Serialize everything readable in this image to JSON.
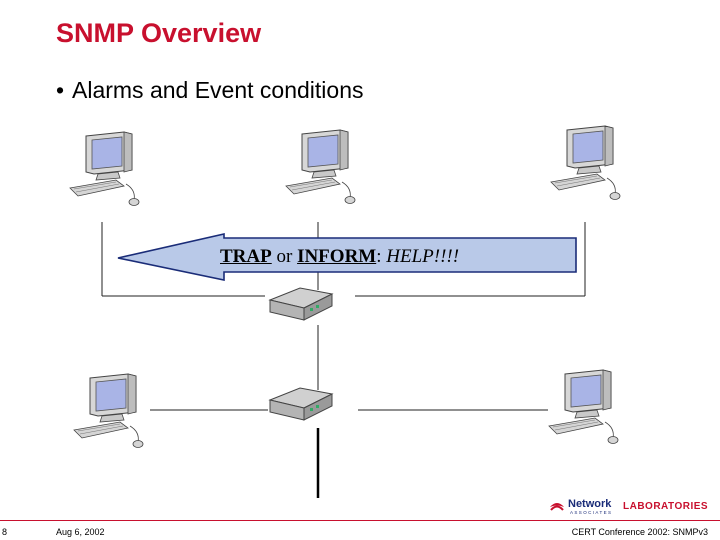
{
  "slide": {
    "title": "SNMP Overview",
    "bullet": "Alarms and Event conditions",
    "message": {
      "trap": "TRAP",
      "or": "or",
      "inform": "INFORM",
      "colon": ":",
      "help": "HELP!!!!"
    }
  },
  "footer": {
    "slide_number": "8",
    "date": "Aug 6, 2002",
    "conference": "CERT Conference 2002: SNMPv3"
  },
  "logo": {
    "name": "Network",
    "tagline": "ASSOCIATES",
    "labs": "LABORATORIES"
  },
  "colors": {
    "title": "#c8102e",
    "arrow_fill": "#b9c9e8",
    "monitor_screen": "#a9b4e6"
  }
}
